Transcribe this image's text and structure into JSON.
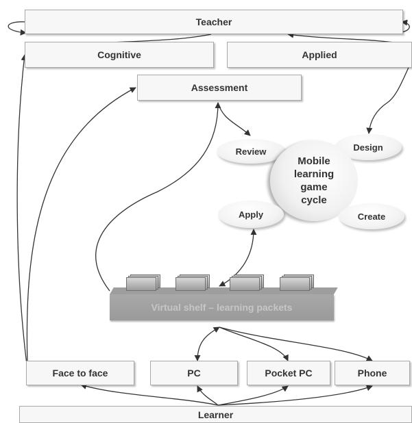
{
  "boxes": {
    "teacher": "Teacher",
    "cognitive": "Cognitive",
    "applied": "Applied",
    "assessment": "Assessment",
    "face_to_face": "Face to face",
    "pc": "PC",
    "pocket_pc": "Pocket PC",
    "phone": "Phone",
    "learner": "Learner"
  },
  "cycle": {
    "center": "Mobile\nlearning\ngame\ncycle",
    "review": "Review",
    "design": "Design",
    "apply": "Apply",
    "create": "Create"
  },
  "shelf": {
    "label": "Virtual shelf – learning packets"
  }
}
